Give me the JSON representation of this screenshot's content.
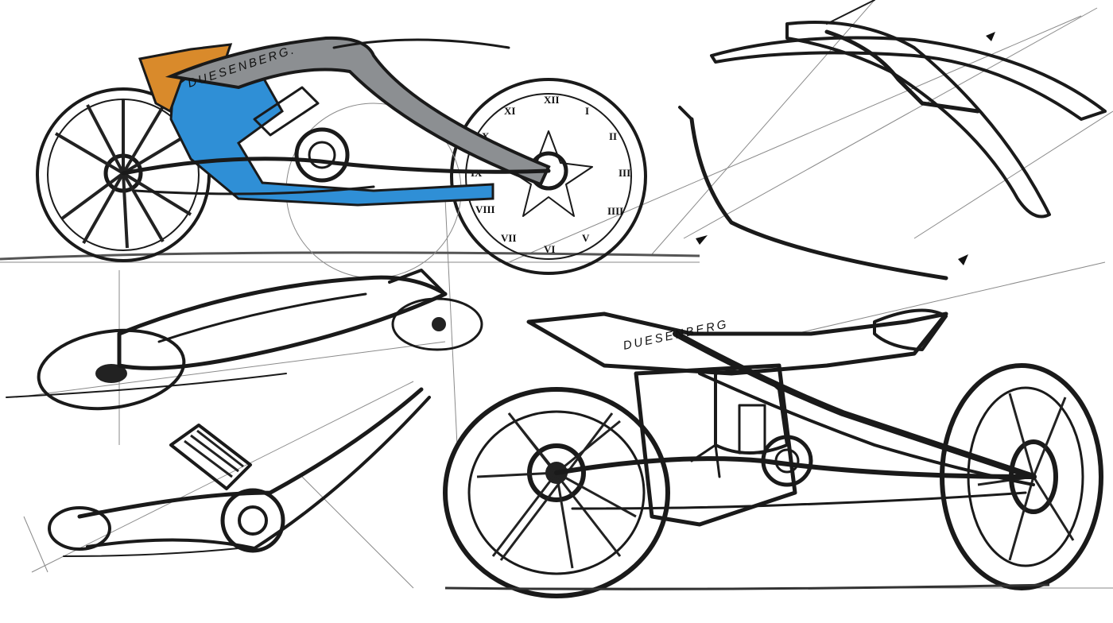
{
  "sketch_sheet": {
    "brand_marks": {
      "top_bike": "DUESENBERG.",
      "bottom_bike": "DUESENBERG"
    },
    "clock_wheel_numerals": [
      "XII",
      "I",
      "II",
      "III",
      "IIII",
      "V",
      "VI",
      "VII",
      "VIII",
      "IX",
      "X",
      "XI"
    ],
    "colors": {
      "ink": "#1a1a1a",
      "marker_blue": "#2f8fd6",
      "marker_orange": "#d98a2b",
      "marker_grey": "#8c8f92",
      "paper": "#ffffff"
    }
  }
}
